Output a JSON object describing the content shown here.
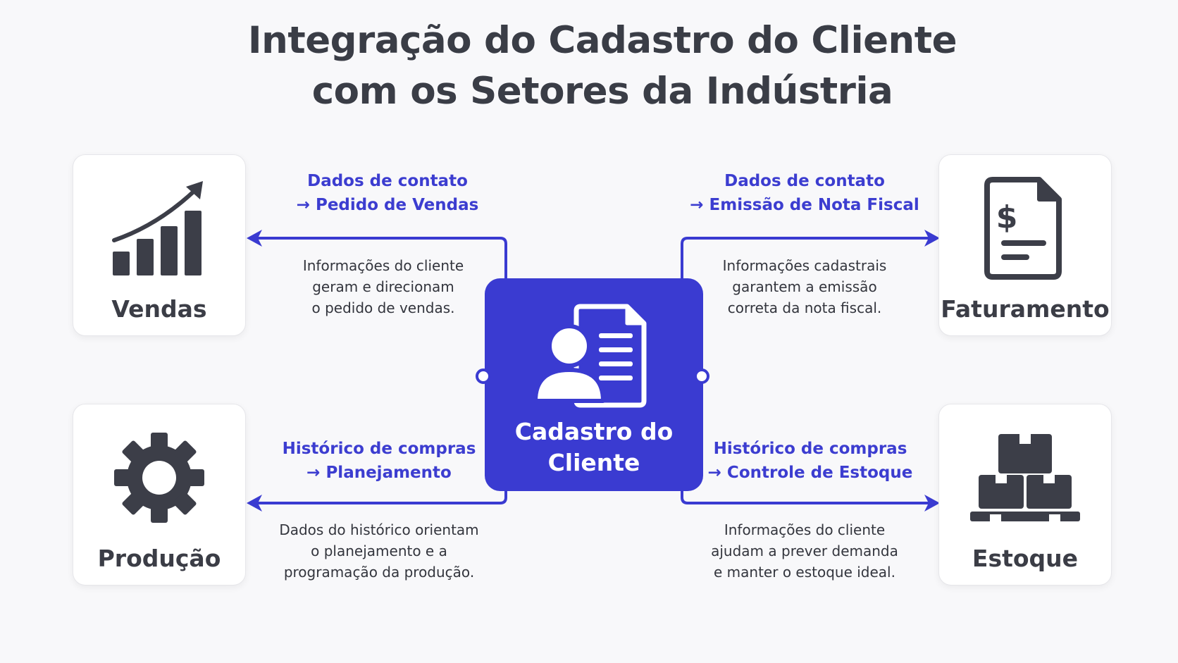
{
  "title": {
    "line1": "Integração do Cadastro do Cliente",
    "line2": "com os Setores da Indústria"
  },
  "center": {
    "label_line1": "Cadastro do",
    "label_line2": "Cliente",
    "icon": "customer-document-icon"
  },
  "sectors": {
    "vendas": {
      "label": "Vendas",
      "icon": "growth-bar-chart-icon"
    },
    "faturamento": {
      "label": "Faturamento",
      "icon": "invoice-dollar-icon"
    },
    "producao": {
      "label": "Produção",
      "icon": "gear-icon"
    },
    "estoque": {
      "label": "Estoque",
      "icon": "stacked-boxes-icon"
    }
  },
  "flows": {
    "vendas": {
      "title1": "Dados de contato",
      "title2": "→ Pedido de Vendas",
      "desc1": "Informações do cliente",
      "desc2": "geram e direcionam",
      "desc3": "o pedido de vendas."
    },
    "faturamento": {
      "title1": "Dados de contato",
      "title2": "→ Emissão de Nota Fiscal",
      "desc1": "Informações cadastrais",
      "desc2": "garantem a emissão",
      "desc3": "correta da nota fiscal."
    },
    "producao": {
      "title1": "Histórico de compras",
      "title2": "→ Planejamento",
      "desc1": "Dados do histórico orientam",
      "desc2": "o planejamento e a",
      "desc3": "programação da produção."
    },
    "estoque": {
      "title1": "Histórico de compras",
      "title2": "→ Controle de Estoque",
      "desc1": "Informações do cliente",
      "desc2": "ajudam a prever demanda",
      "desc3": "e manter o estoque ideal."
    }
  },
  "colors": {
    "accent": "#3a3bd1",
    "icon": "#3c3e48",
    "background": "#f8f8fa"
  }
}
